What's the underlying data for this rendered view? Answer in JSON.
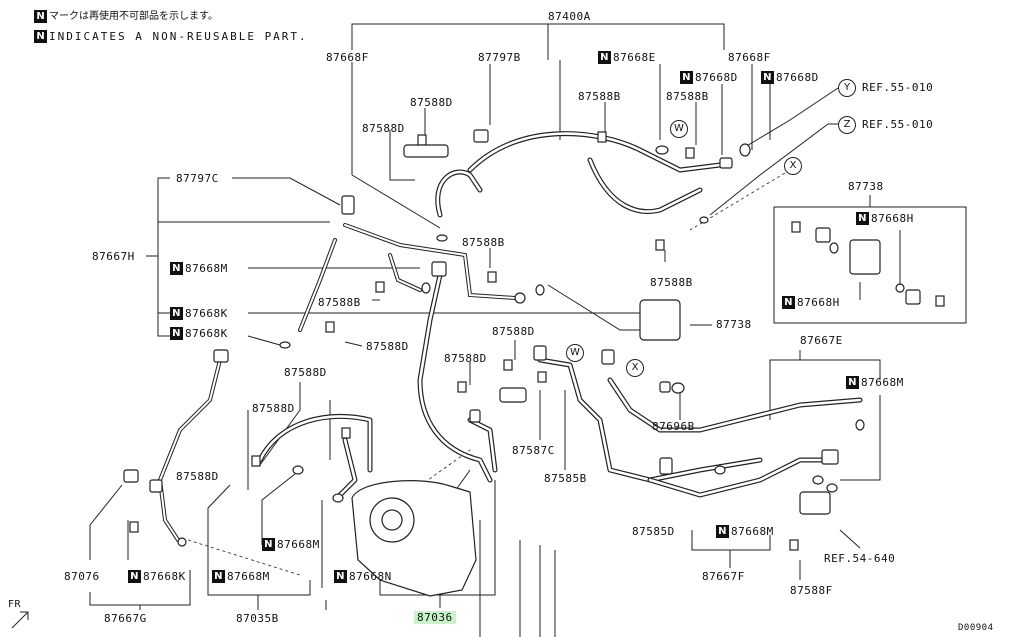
{
  "legend": {
    "badge": "N",
    "line_ja": "マークは再使用不可部品を示します。",
    "line_en": "INDICATES A NON-REUSABLE PART."
  },
  "labels": {
    "p87400A": "87400A",
    "p87668F_left": "87668F",
    "p87797B": "87797B",
    "p87668E": "87668E",
    "p87668F_right": "87668F",
    "p87668D_a": "87668D",
    "p87668D_b": "87668D",
    "p87588D_1": "87588D",
    "p87588D_2": "87588D",
    "p87588B_1": "87588B",
    "p87588B_2": "87588B",
    "ref_y": "REF.55-010",
    "ref_z": "REF.55-010",
    "p87797C": "87797C",
    "p87738_box": "87738",
    "p87668H_top": "87668H",
    "p87668H_bot": "87668H",
    "p87667H": "87667H",
    "p87668M_1": "87668M",
    "p87588B_3": "87588B",
    "p87588B_4": "87588B",
    "p87588B_5": "87588B",
    "p87668K_1": "87668K",
    "p87668K_2": "87668K",
    "p87588D_3": "87588D",
    "p87738": "87738",
    "p87588D_4": "87588D",
    "p87588D_5": "87588D",
    "p87667E": "87667E",
    "p87668M_2": "87668M",
    "p87588D_6": "87588D",
    "p87588D_7": "87588D",
    "p87696B": "87696B",
    "p87587C": "87587C",
    "p87585B": "87585B",
    "p87588D_8": "87588D",
    "p87585D": "87585D",
    "p87668M_3": "87668M",
    "ref_54": "REF.54-640",
    "p87668M_4": "87668M",
    "p87076": "87076",
    "p87668K_3": "87668K",
    "p87668M_5": "87668M",
    "p87668N": "87668N",
    "p87667F": "87667F",
    "p87588F": "87588F",
    "p87667G": "87667G",
    "p87035B": "87035B",
    "p87036": "87036",
    "fr": "FR",
    "doc_code": "D00904"
  },
  "circles": {
    "y": "Y",
    "z": "Z",
    "x1": "X",
    "w1": "W",
    "w2": "W",
    "x2": "X"
  },
  "colors": {
    "line": "#222222",
    "highlight": "#c8f5c8",
    "badge": "#111111"
  }
}
